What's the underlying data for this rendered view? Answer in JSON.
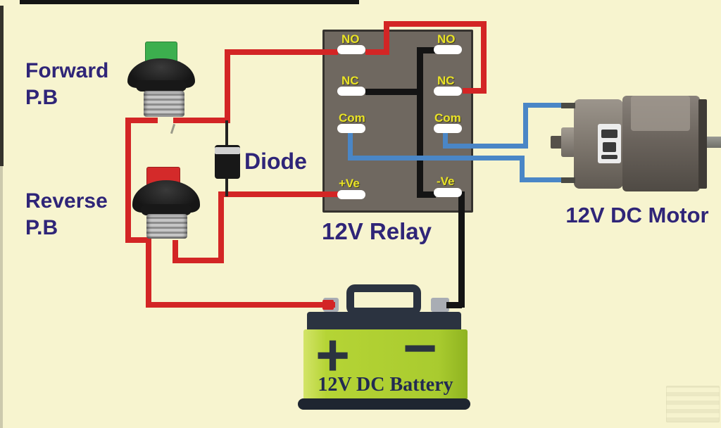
{
  "labels": {
    "forward_line1": "Forward",
    "forward_line2": "P.B",
    "reverse_line1": "Reverse",
    "reverse_line2": "P.B",
    "diode": "Diode",
    "relay": "12V Relay",
    "motor": "12V DC Motor",
    "battery": "12V DC Battery"
  },
  "relay_terminals": {
    "left": [
      "NO",
      "NC",
      "Com",
      "+Ve"
    ],
    "right": [
      "NO",
      "NC",
      "Com",
      "-Ve"
    ]
  },
  "battery_symbols": {
    "positive": "+",
    "negative": "−"
  },
  "colors": {
    "background": "#f7f4cf",
    "wire_positive_red": "#d32525",
    "wire_negative_black": "#141414",
    "wire_motor_blue": "#4a86c6",
    "relay_body": "#6f6860",
    "terminal_label_yellow": "#e9e227",
    "diagram_label_indigo": "#2f2578",
    "battery_body_green": "#b5d435",
    "forward_cap_green": "#3caf4e",
    "reverse_cap_red": "#d42a2a"
  }
}
